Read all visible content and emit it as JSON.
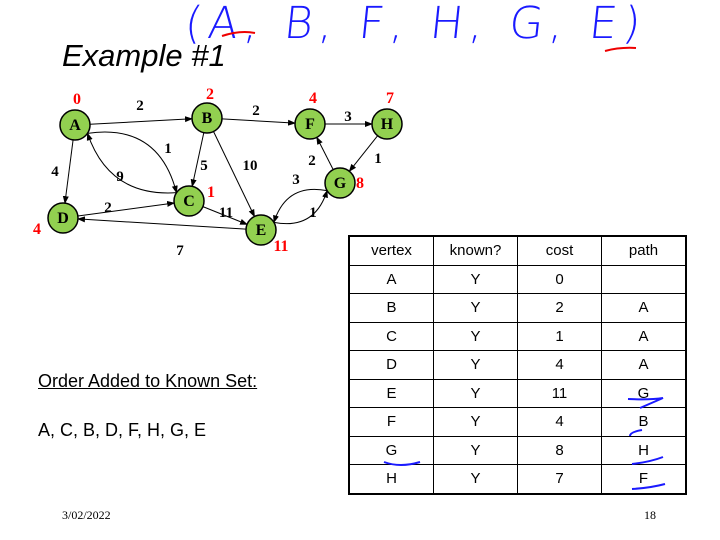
{
  "title": "Example #1",
  "annotation": "(A, B, F, H, G, E)",
  "graph": {
    "nodes": [
      {
        "id": "A",
        "cost": "0"
      },
      {
        "id": "B",
        "cost": "2"
      },
      {
        "id": "F",
        "cost": "4"
      },
      {
        "id": "H",
        "cost": "7"
      },
      {
        "id": "G",
        "cost": "8"
      },
      {
        "id": "C",
        "cost": "1"
      },
      {
        "id": "D",
        "cost": "4"
      },
      {
        "id": "E",
        "cost": "11"
      }
    ],
    "edges": [
      {
        "from": "A",
        "to": "B",
        "w": "2"
      },
      {
        "from": "A",
        "to": "C",
        "w": "1"
      },
      {
        "from": "A",
        "to": "D",
        "w": "4"
      },
      {
        "from": "C",
        "to": "A",
        "w": "9"
      },
      {
        "from": "B",
        "to": "C",
        "w": "5"
      },
      {
        "from": "B",
        "to": "E",
        "w": "10"
      },
      {
        "from": "B",
        "to": "F",
        "w": "2"
      },
      {
        "from": "F",
        "to": "H",
        "w": "3"
      },
      {
        "from": "H",
        "to": "G",
        "w": "1"
      },
      {
        "from": "G",
        "to": "F",
        "w": "2"
      },
      {
        "from": "G",
        "to": "E",
        "w": "3"
      },
      {
        "from": "E",
        "to": "G",
        "w": "1"
      },
      {
        "from": "D",
        "to": "C",
        "w": "2"
      },
      {
        "from": "C",
        "to": "E",
        "w": "11"
      },
      {
        "from": "E",
        "to": "D",
        "w": "7"
      }
    ],
    "node_color": "#92d050"
  },
  "table": {
    "headers": [
      "vertex",
      "known?",
      "cost",
      "path"
    ],
    "rows": [
      [
        "A",
        "Y",
        "0",
        ""
      ],
      [
        "B",
        "Y",
        "2",
        "A"
      ],
      [
        "C",
        "Y",
        "1",
        "A"
      ],
      [
        "D",
        "Y",
        "4",
        "A"
      ],
      [
        "E",
        "Y",
        "11",
        "G"
      ],
      [
        "F",
        "Y",
        "4",
        "B"
      ],
      [
        "G",
        "Y",
        "8",
        "H"
      ],
      [
        "H",
        "Y",
        "7",
        "F"
      ]
    ]
  },
  "order": {
    "heading": "Order Added to Known Set:",
    "value": "A, C, B, D, F, H, G, E"
  },
  "footer": {
    "date": "3/02/2022",
    "page": "18"
  }
}
